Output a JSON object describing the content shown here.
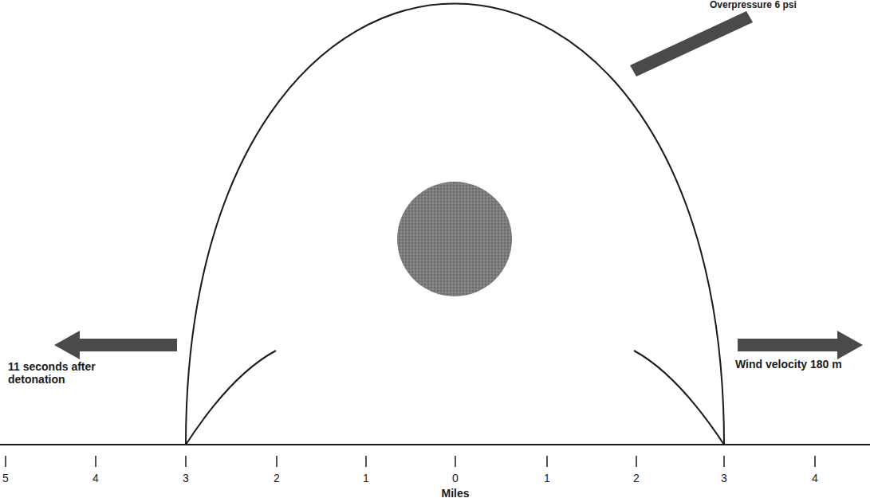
{
  "diagram": {
    "labels": [
      "Overpressure 6 psi",
      "11 seconds after detonation",
      "Wind velocity 180 m",
      "5",
      "4",
      "3",
      "2",
      "1",
      "0",
      "1",
      "2",
      "3",
      "4",
      "Miles"
    ]
  }
}
